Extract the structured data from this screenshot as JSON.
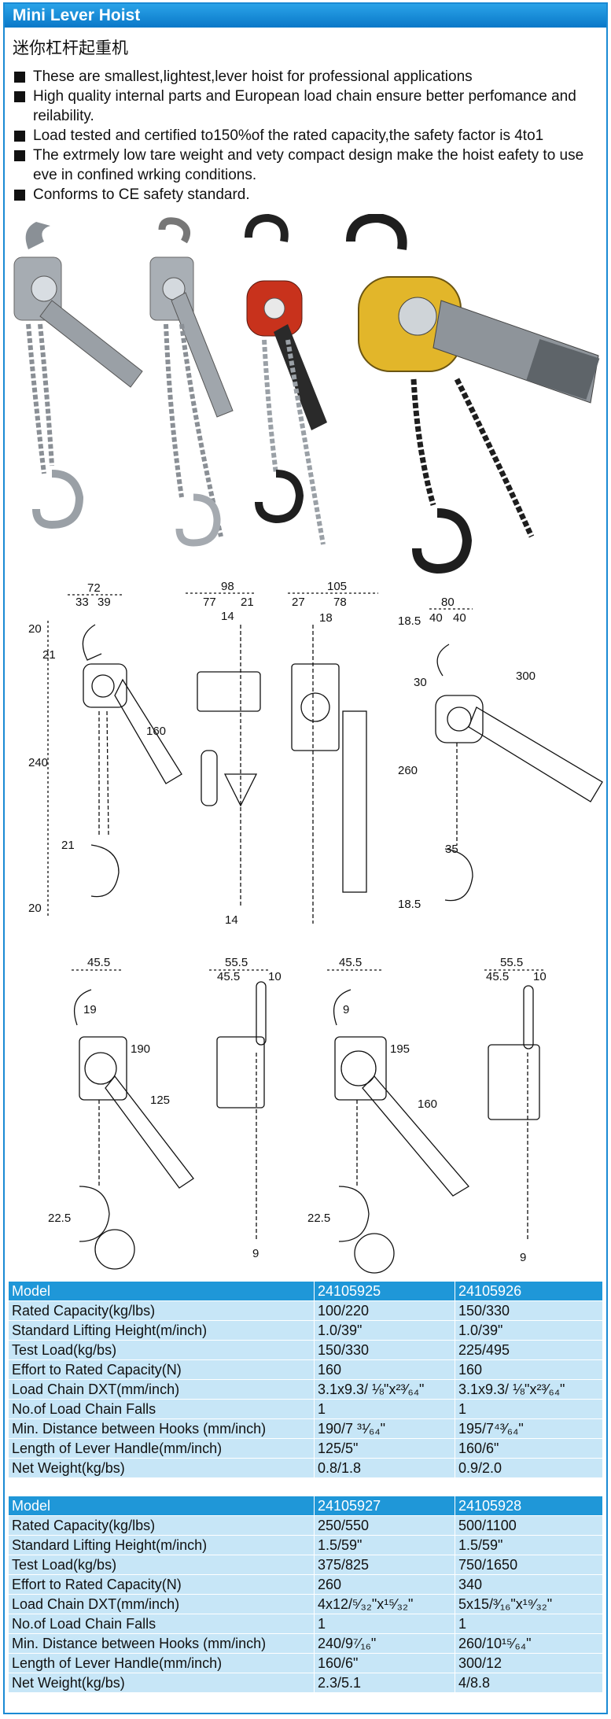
{
  "header": {
    "title": "Mini Lever Hoist",
    "subtitle": "迷你杠杆起重机"
  },
  "bullets": [
    "These are smallest,lightest,lever hoist for professional applications",
    "High quality internal parts and European load chain ensure better perfomance and reilability.",
    "Load tested and certified to150%of the rated capacity,the safety factor is 4to1",
    "The extrmely low tare weight and vety compact design make the hoist eafety to use eve in confined wrking conditions.",
    "Conforms to CE safety standard."
  ],
  "drawing1": {
    "d_72": "72",
    "d_33": "33",
    "d_39": "39",
    "d_20a": "20",
    "d_21a": "21",
    "d_240": "240",
    "d_160": "160",
    "d_21b": "21",
    "d_20b": "20",
    "d_98": "98",
    "d_77": "77",
    "d_21c": "21",
    "d_14a": "14",
    "d_14b": "14",
    "d_105": "105",
    "d_27": "27",
    "d_78": "78",
    "d_18": "18",
    "d_80": "80",
    "d_40a": "40",
    "d_40b": "40",
    "d_185a": "18.5",
    "d_30": "30",
    "d_300": "300",
    "d_260": "260",
    "d_35": "35",
    "d_185b": "18.5"
  },
  "drawing2": {
    "a_455": "45.5",
    "a_19": "19",
    "a_190": "190",
    "a_125": "125",
    "a_225": "22.5",
    "b_555": "55.5",
    "b_455": "45.5",
    "b_10": "10",
    "b_9": "9",
    "c_455": "45.5",
    "c_9": "9",
    "c_195": "195",
    "c_160": "160",
    "c_225": "22.5",
    "d_555": "55.5",
    "d_455": "45.5",
    "d_10": "10",
    "d_9": "9"
  },
  "table1": {
    "header": [
      "Model",
      "24105925",
      "24105926"
    ],
    "rows": [
      [
        "Rated Capacity(kg/lbs)",
        "100/220",
        "150/330"
      ],
      [
        "Standard Lifting Height(m/inch)",
        "1.0/39\"",
        "1.0/39\""
      ],
      [
        "Test Load(kg/bs)",
        "150/330",
        "225/495"
      ],
      [
        "Effort to Rated Capacity(N)",
        "160",
        "160"
      ],
      [
        "Load Chain   DXT(mm/inch)",
        "3.1x9.3/ ⅛\"x²³⁄₆₄\"",
        "3.1x9.3/ ⅛\"x²³⁄₆₄\""
      ],
      [
        "No.of Load Chain Falls",
        "1",
        "1"
      ],
      [
        "Min. Distance between Hooks (mm/inch)",
        "190/7 ³¹⁄₆₄\"",
        "195/7⁴³⁄₆₄\""
      ],
      [
        "Length of Lever Handle(mm/inch)",
        "125/5\"",
        "160/6\""
      ],
      [
        "Net Weight(kg/bs)",
        "0.8/1.8",
        "0.9/2.0"
      ]
    ]
  },
  "table2": {
    "header": [
      "Model",
      "24105927",
      "24105928"
    ],
    "rows": [
      [
        "Rated Capacity(kg/lbs)",
        "250/550",
        "500/1100"
      ],
      [
        "Standard Lifting Height(m/inch)",
        "1.5/59\"",
        "1.5/59\""
      ],
      [
        "Test Load(kg/bs)",
        "375/825",
        "750/1650"
      ],
      [
        "Effort to Rated Capacity(N)",
        "260",
        "340"
      ],
      [
        "Load Chain   DXT(mm/inch)",
        "4x12/⁵⁄₃₂\"x¹⁵⁄₃₂\"",
        "5x15/³⁄₁₆\"x¹⁹⁄₃₂\""
      ],
      [
        "No.of Load Chain Falls",
        "1",
        "1"
      ],
      [
        "Min. Distance between Hooks (mm/inch)",
        "240/9⁷⁄₁₆\"",
        "260/10¹⁵⁄₆₄\""
      ],
      [
        "Length of Lever Handle(mm/inch)",
        "160/6\"",
        "300/12"
      ],
      [
        "Net Weight(kg/bs)",
        "2.3/5.1",
        "4/8.8"
      ]
    ]
  }
}
